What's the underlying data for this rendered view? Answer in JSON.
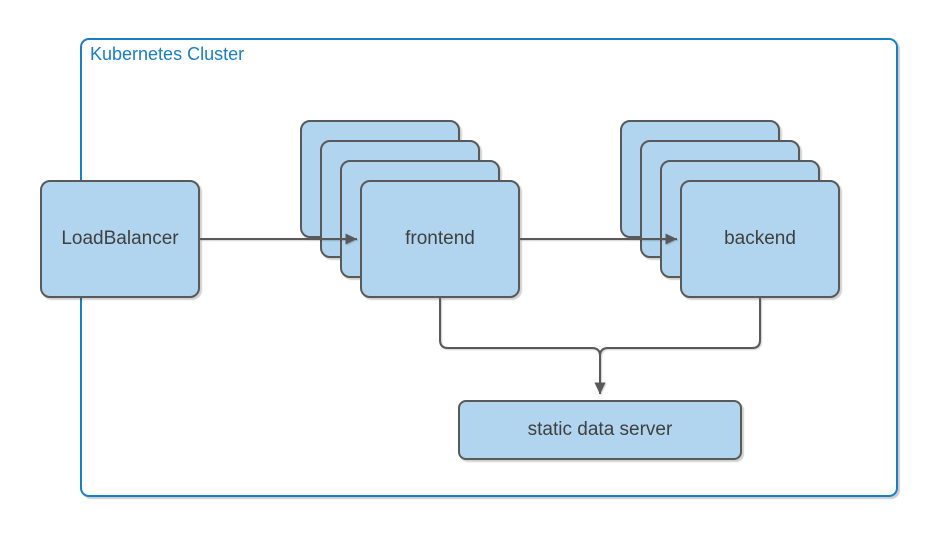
{
  "diagram": {
    "cluster": {
      "label": "Kubernetes Cluster"
    },
    "nodes": {
      "loadbalancer": {
        "label": "LoadBalancer"
      },
      "frontend": {
        "label": "frontend",
        "replica_cards": 4
      },
      "backend": {
        "label": "backend",
        "replica_cards": 4
      },
      "static_server": {
        "label": "static data server"
      }
    },
    "edges": [
      {
        "from": "LoadBalancer",
        "to": "frontend",
        "arrow": true
      },
      {
        "from": "frontend",
        "to": "backend",
        "arrow": true
      },
      {
        "from": "frontend",
        "to": "static data server",
        "arrow": true
      },
      {
        "from": "backend",
        "to": "static data server",
        "arrow": true
      }
    ],
    "colors": {
      "node_fill": "#b1d5ef",
      "node_border": "#595959",
      "node_text": "#3f3f3f",
      "cluster_border": "#1a7ec2",
      "edge_color": "#595959"
    }
  }
}
